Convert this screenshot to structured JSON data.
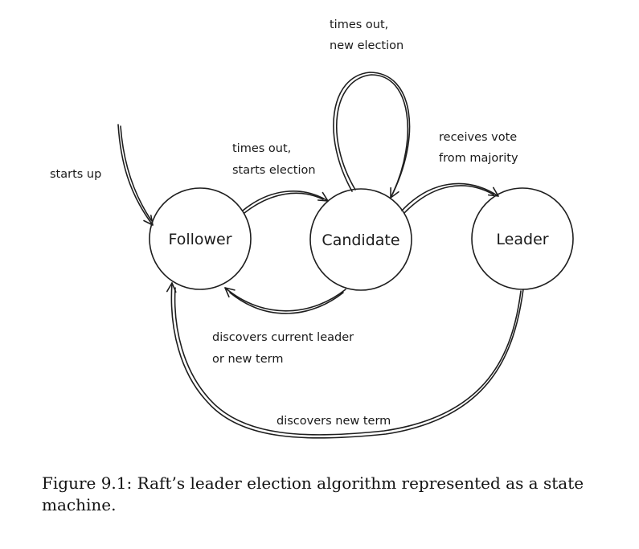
{
  "states": {
    "follower": "Follower",
    "candidate": "Candidate",
    "leader": "Leader"
  },
  "transitions": {
    "starts_up": "starts up",
    "follower_to_candidate": [
      "times out,",
      "starts election"
    ],
    "candidate_self_loop": [
      "times out,",
      "new election"
    ],
    "candidate_to_leader": [
      "receives vote",
      "from majority"
    ],
    "candidate_to_follower": [
      "discovers current leader",
      "or new term"
    ],
    "leader_to_follower": "discovers new term"
  },
  "caption": "Figure 9.1: Raft’s leader election algorithm represented as a state machine.",
  "colors": {
    "ink": "#1e1e1e",
    "background": "#ffffff"
  }
}
